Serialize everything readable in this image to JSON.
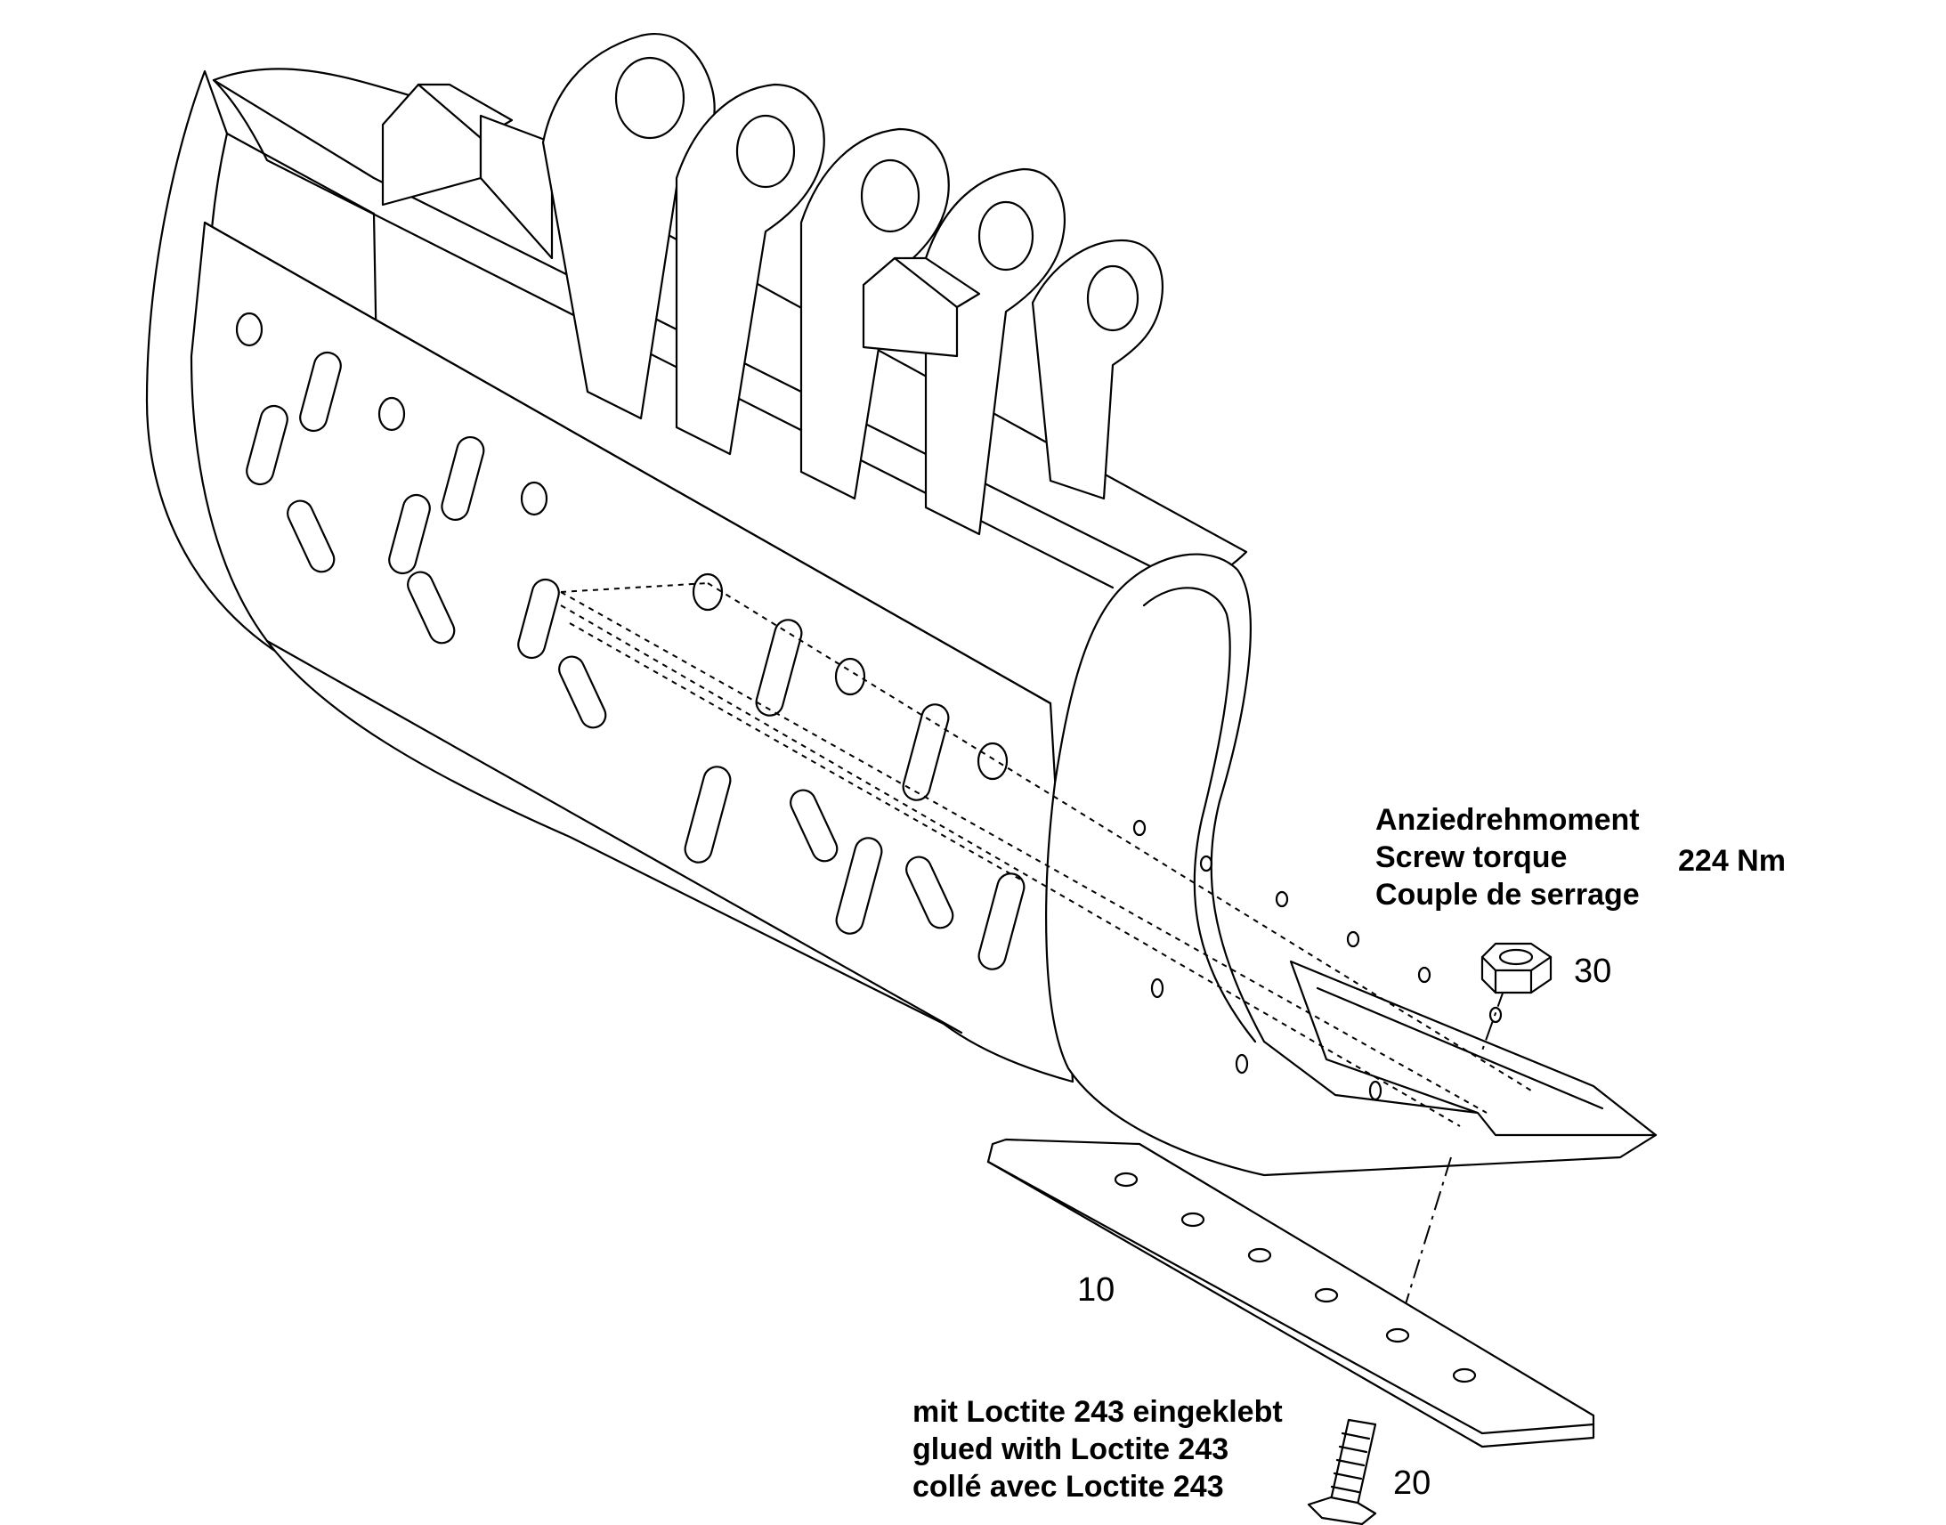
{
  "torque_note": {
    "lines": [
      "Anziedrehmoment",
      "Screw torque",
      "Couple de serrage"
    ],
    "value": "224 Nm"
  },
  "glue_note": {
    "lines": [
      "mit Loctite 243 eingeklebt",
      "glued with Loctite 243",
      "collé avec Loctite 243"
    ]
  },
  "callouts": {
    "nut": "30",
    "blade": "10",
    "screw": "20"
  }
}
